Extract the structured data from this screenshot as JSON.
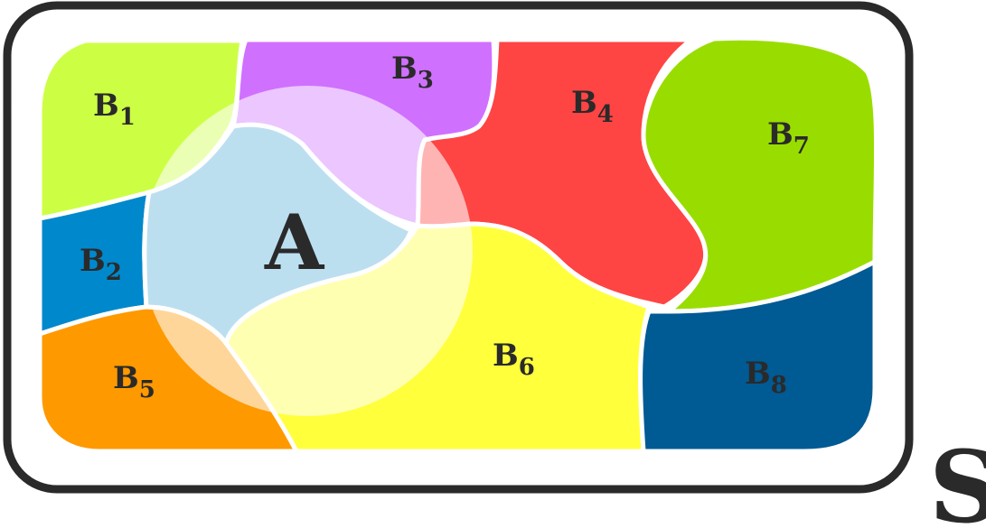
{
  "universe": {
    "label": "S",
    "frame_color": "#2a2a2a"
  },
  "event_a": {
    "label": "A",
    "fill": "#ffffff"
  },
  "partitions": [
    {
      "id": "b1",
      "base": "B",
      "sub": "1",
      "color": "#ccff44"
    },
    {
      "id": "b2",
      "base": "B",
      "sub": "2",
      "color": "#0088cc"
    },
    {
      "id": "b3",
      "base": "B",
      "sub": "3",
      "color": "#d070ff"
    },
    {
      "id": "b4",
      "base": "B",
      "sub": "4",
      "color": "#ff4444"
    },
    {
      "id": "b5",
      "base": "B",
      "sub": "5",
      "color": "#ff9900"
    },
    {
      "id": "b6",
      "base": "B",
      "sub": "6",
      "color": "#ffff3c"
    },
    {
      "id": "b7",
      "base": "B",
      "sub": "7",
      "color": "#99dd00"
    },
    {
      "id": "b8",
      "base": "B",
      "sub": "8",
      "color": "#005a94"
    }
  ]
}
